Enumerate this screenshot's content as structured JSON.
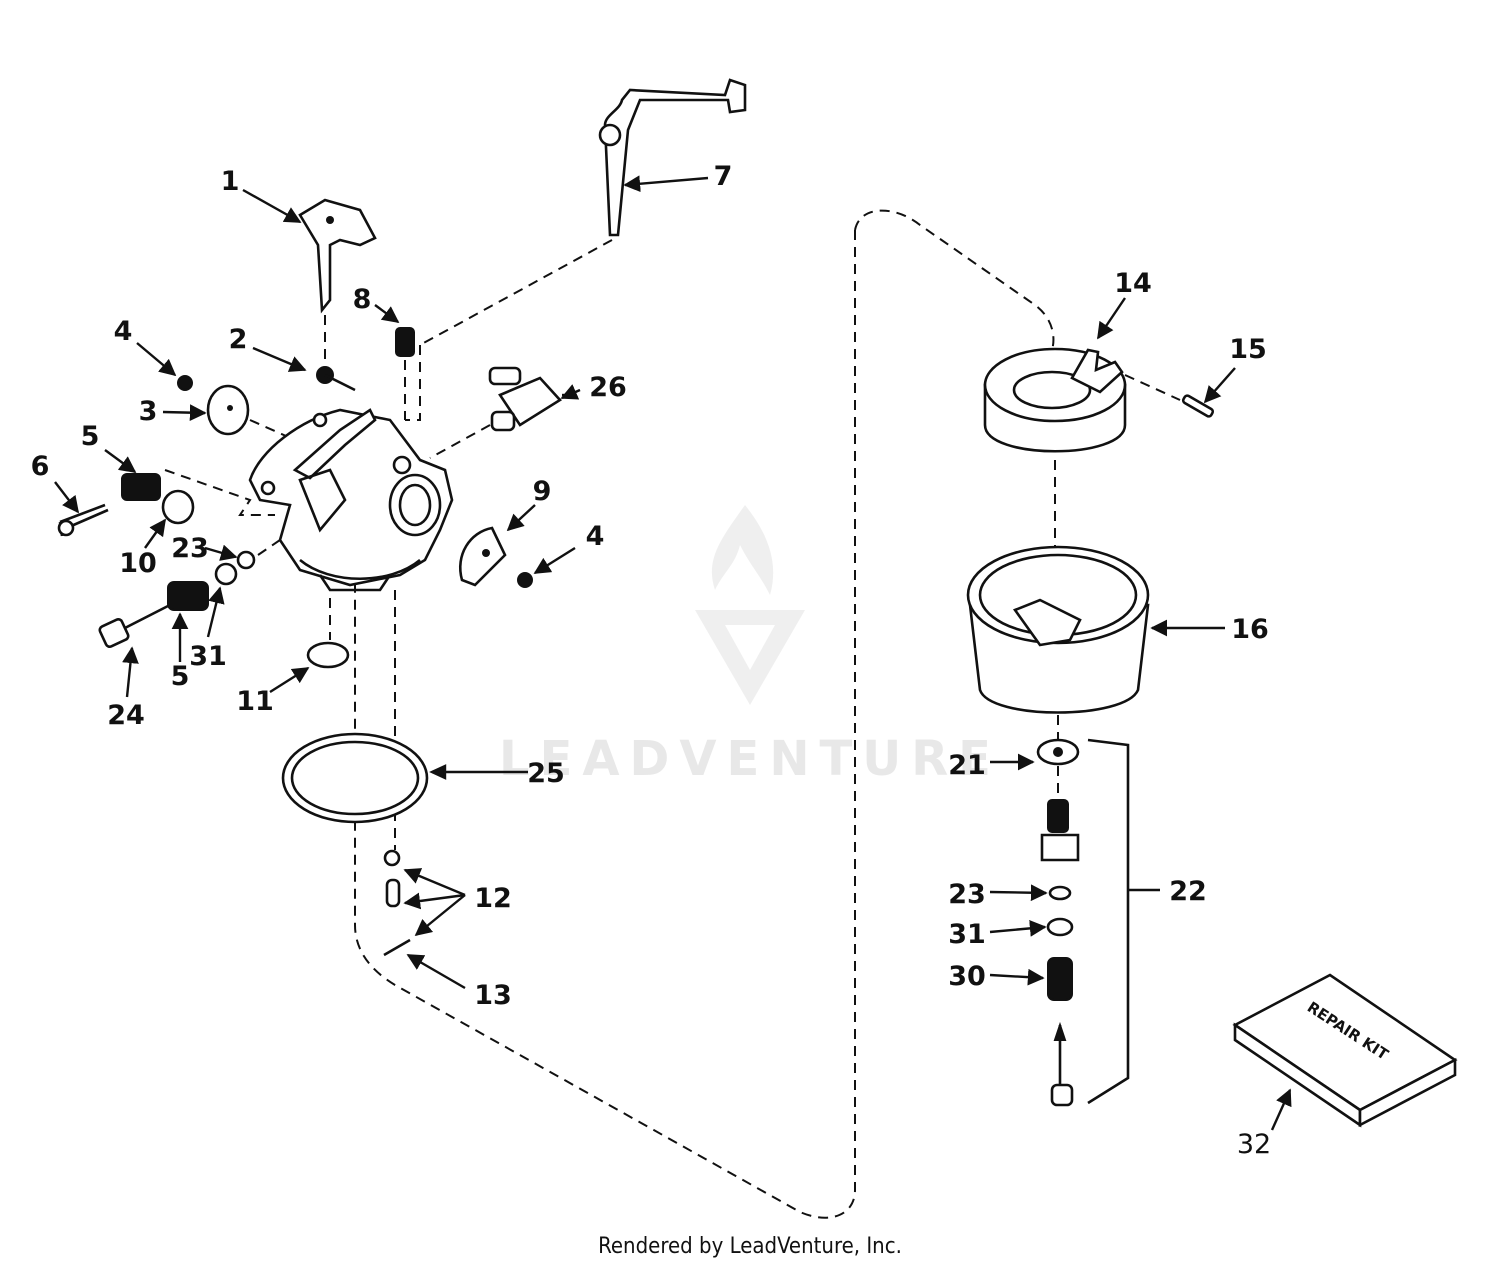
{
  "watermark": {
    "text": "LEADVENTURE"
  },
  "footer": {
    "text": "Rendered by LeadVenture, Inc."
  },
  "kit_label": "REPAIR KIT",
  "callouts": [
    {
      "id": "c1",
      "label": "1"
    },
    {
      "id": "c2",
      "label": "2"
    },
    {
      "id": "c3",
      "label": "3"
    },
    {
      "id": "c4a",
      "label": "4"
    },
    {
      "id": "c4b",
      "label": "4"
    },
    {
      "id": "c5a",
      "label": "5"
    },
    {
      "id": "c5b",
      "label": "5"
    },
    {
      "id": "c6",
      "label": "6"
    },
    {
      "id": "c7",
      "label": "7"
    },
    {
      "id": "c8",
      "label": "8"
    },
    {
      "id": "c9",
      "label": "9"
    },
    {
      "id": "c10",
      "label": "10"
    },
    {
      "id": "c11",
      "label": "11"
    },
    {
      "id": "c12",
      "label": "12"
    },
    {
      "id": "c13",
      "label": "13"
    },
    {
      "id": "c14",
      "label": "14"
    },
    {
      "id": "c15",
      "label": "15"
    },
    {
      "id": "c16",
      "label": "16"
    },
    {
      "id": "c21",
      "label": "21"
    },
    {
      "id": "c22",
      "label": "22"
    },
    {
      "id": "c23a",
      "label": "23"
    },
    {
      "id": "c23b",
      "label": "23"
    },
    {
      "id": "c24",
      "label": "24"
    },
    {
      "id": "c25",
      "label": "25"
    },
    {
      "id": "c26",
      "label": "26"
    },
    {
      "id": "c30",
      "label": "30"
    },
    {
      "id": "c31a",
      "label": "31"
    },
    {
      "id": "c31b",
      "label": "31"
    },
    {
      "id": "c32",
      "label": "32"
    }
  ]
}
